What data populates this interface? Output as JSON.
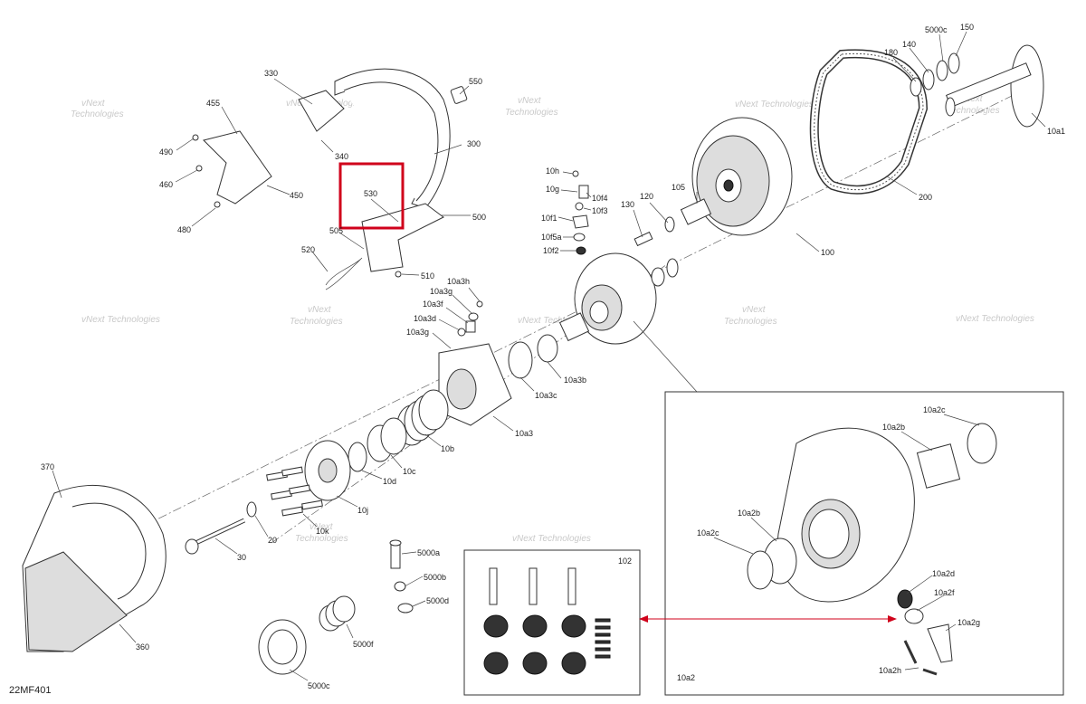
{
  "diagram_code": "22MF401",
  "watermark": {
    "line1": "vNext",
    "line2": "Technologies",
    "line_combined": "vNext Technologies"
  },
  "colors": {
    "highlight": "#d0021b",
    "arrow": "#d0021b",
    "ink": "#333333"
  },
  "labels": {
    "p330": "330",
    "p550": "550",
    "p340": "340",
    "p300": "300",
    "p455": "455",
    "p490": "490",
    "p460": "460",
    "p450": "450",
    "p480": "480",
    "p530": "530",
    "p500": "500",
    "p505": "505",
    "p520": "520",
    "p510": "510",
    "p10h": "10h",
    "p10g": "10g",
    "p10f4": "10f4",
    "p10f3": "10f3",
    "p10f1": "10f1",
    "p10f5a": "10f5a",
    "p10f2": "10f2",
    "p130": "130",
    "p120": "120",
    "p105": "105",
    "p100": "100",
    "p200": "200",
    "p180": "180",
    "p140": "140",
    "p5000c_top": "5000c",
    "p150": "150",
    "p10a1": "10a1",
    "p10a3h": "10a3h",
    "p10a3g_a": "10a3g",
    "p10a3f": "10a3f",
    "p10a3d": "10a3d",
    "p10a3g_b": "10a3g",
    "p10a3b": "10a3b",
    "p10a3c": "10a3c",
    "p10a3": "10a3",
    "p10b": "10b",
    "p10c": "10c",
    "p10d": "10d",
    "p10j": "10j",
    "p10k": "10k",
    "p20": "20",
    "p30": "30",
    "p370": "370",
    "p360": "360",
    "p5000a": "5000a",
    "p5000b": "5000b",
    "p5000d": "5000d",
    "p5000f": "5000f",
    "p5000c_bottom": "5000c",
    "p102": "102",
    "p10a2c_top": "10a2c",
    "p10a2b_top": "10a2b",
    "p10a2b_left": "10a2b",
    "p10a2c_left": "10a2c",
    "p10a2d": "10a2d",
    "p10a2f": "10a2f",
    "p10a2g": "10a2g",
    "p10a2h": "10a2h",
    "p10a2": "10a2"
  }
}
